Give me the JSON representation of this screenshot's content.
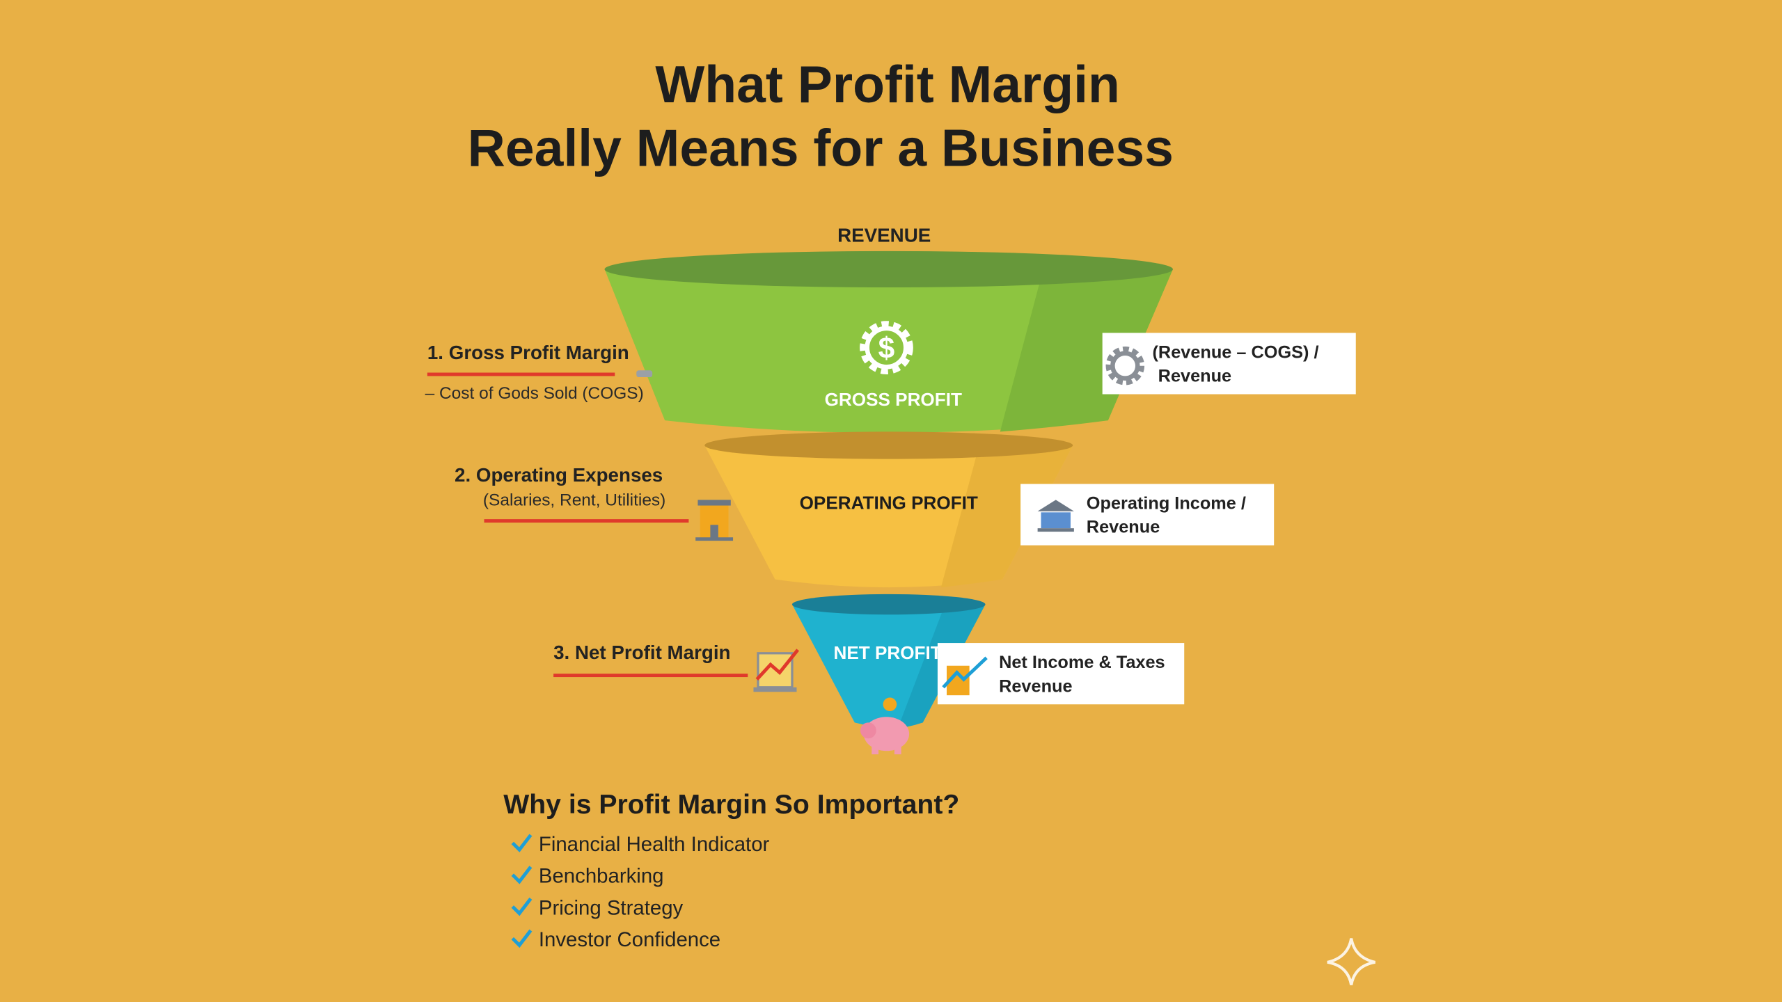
{
  "title": {
    "line1": "What Profit Margin",
    "line2": "Really Means for a Business"
  },
  "funnel": {
    "top_label": "REVENUE",
    "stages": [
      {
        "name": "GROSS PROFIT",
        "color": "#8DC540",
        "icon": "dollar-gear-icon"
      },
      {
        "name": "OPERATING PROFIT",
        "color": "#F6C042",
        "icon": ""
      },
      {
        "name": "NET PROFIT",
        "color": "#1FB2CF",
        "icon": "piggy-bank-icon"
      }
    ]
  },
  "left_labels": [
    {
      "title": "1. Gross Profit Margin",
      "subtitle": "– Cost of Gods Sold (COGS)",
      "icon": "wrench-icon"
    },
    {
      "title": "2. Operating Expenses",
      "subtitle": "(Salaries, Rent, Utilities)",
      "icon": "building-icon"
    },
    {
      "title": "3. Net Profit Margin",
      "subtitle": "",
      "icon": "growth-chart-icon"
    }
  ],
  "formulas": [
    {
      "line1": "(Revenue – COGS) /",
      "line2": "Revenue",
      "icon": "gear-icon"
    },
    {
      "line1": "Operating Income /",
      "line2": "Revenue",
      "icon": "bank-icon"
    },
    {
      "line1": "Net Income & Taxes",
      "line2": "Revenue",
      "icon": "trend-up-icon"
    }
  ],
  "importance": {
    "heading": "Why is Profit Margin So Important?",
    "items": [
      "Financial Health Indicator",
      "Benchbarking",
      "Pricing Strategy",
      "Investor Confidence"
    ]
  },
  "colors": {
    "background": "#E8B045",
    "underline": "#E0392B",
    "check": "#1E9FD6"
  }
}
